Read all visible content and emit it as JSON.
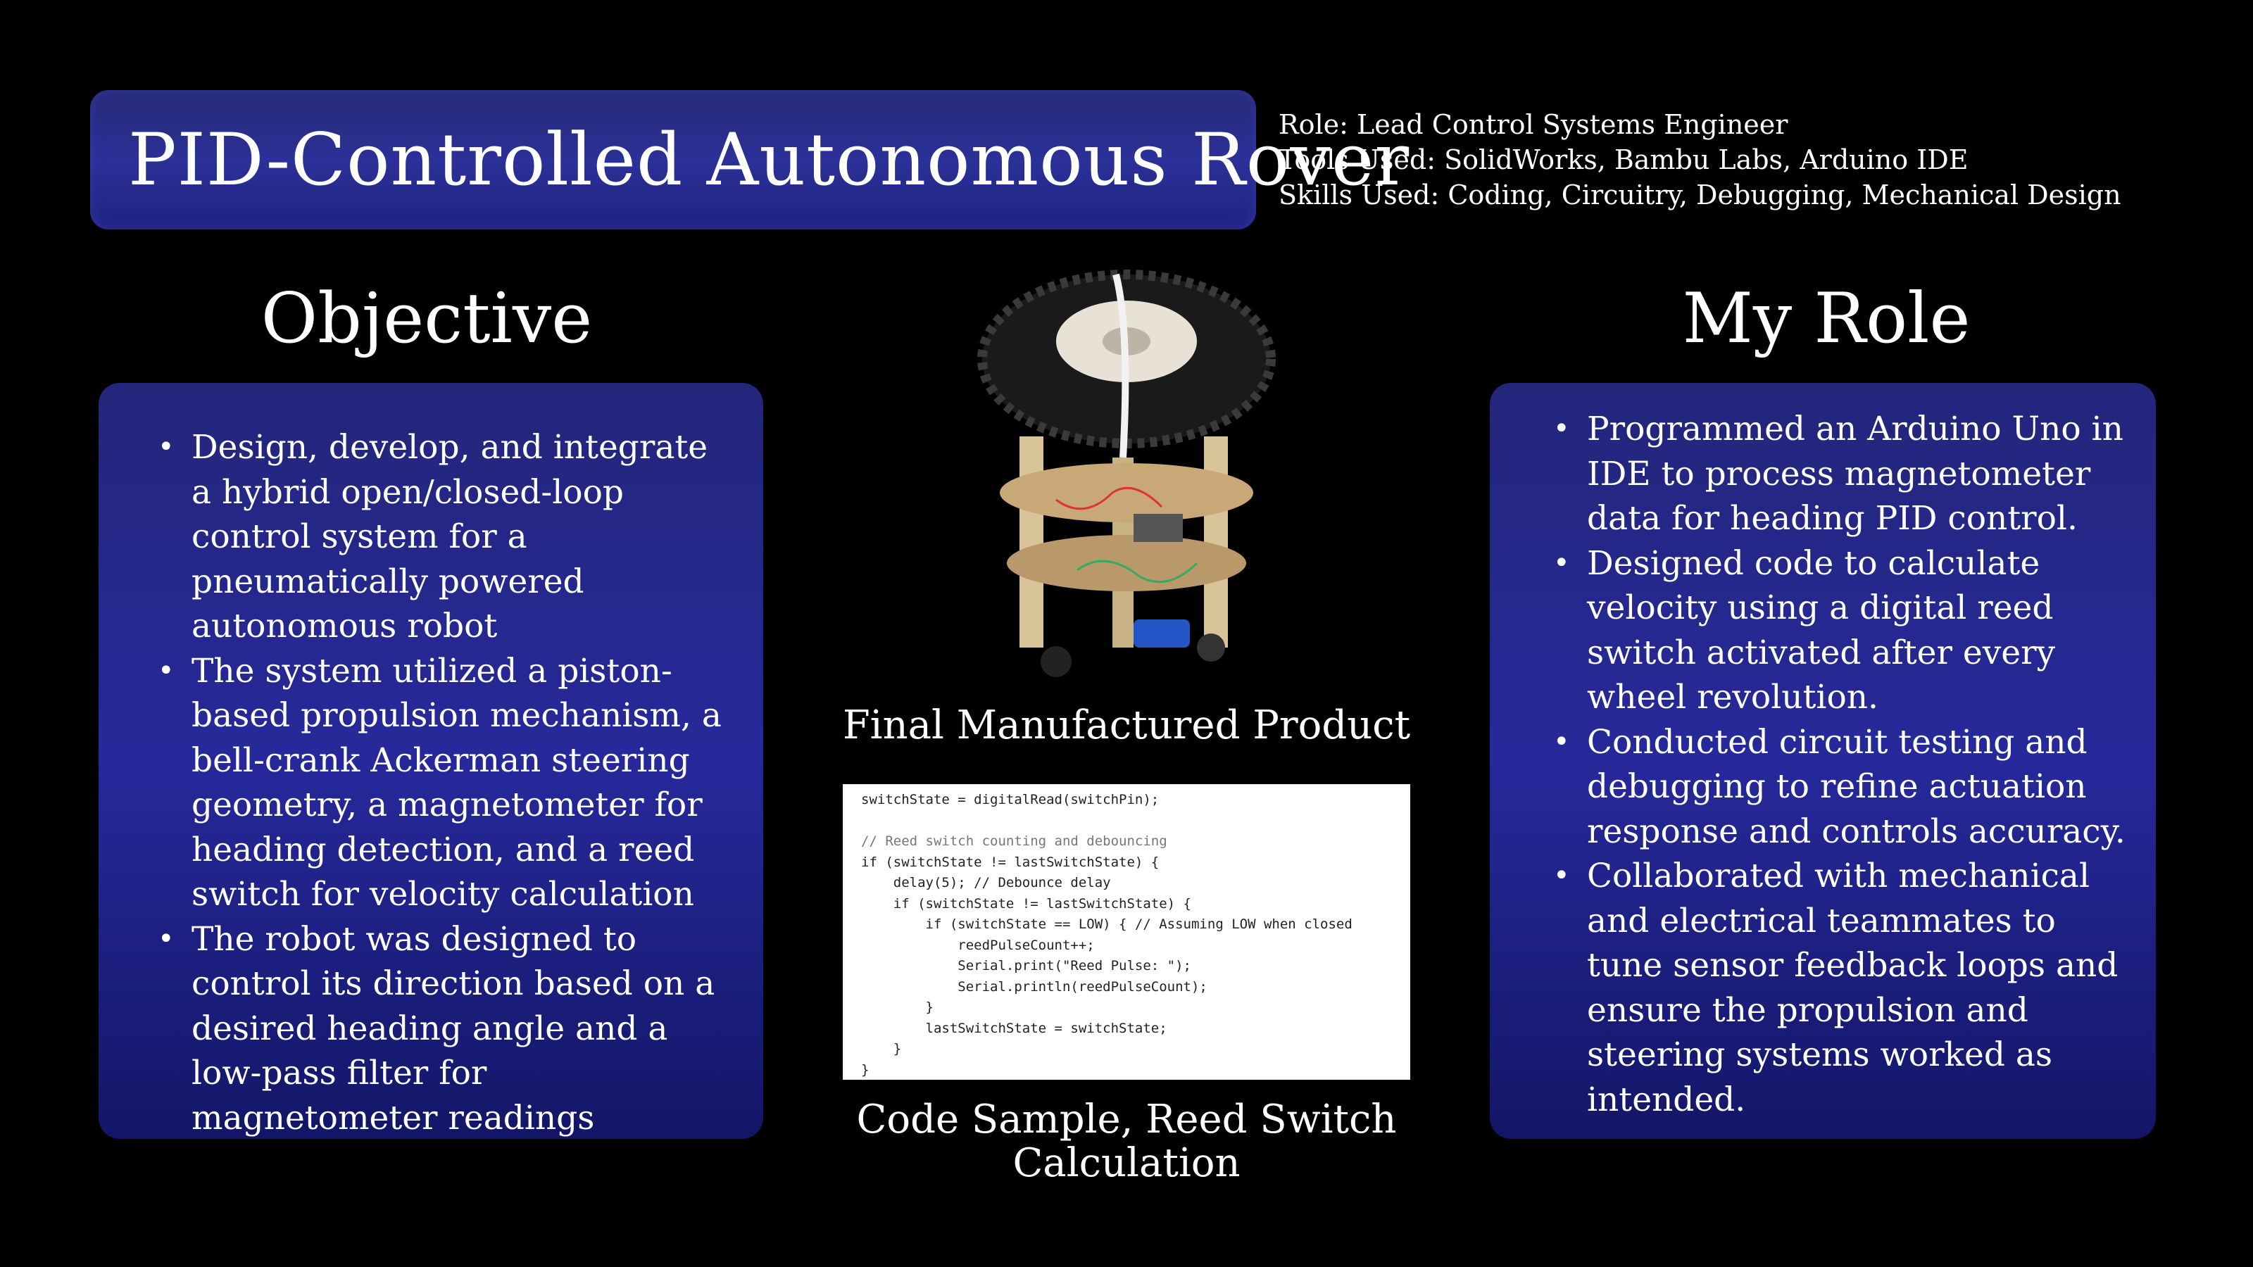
{
  "title": "PID-Controlled Autonomous Rover",
  "meta": {
    "role": "Role: Lead Control Systems Engineer",
    "tools": "Tools Used: SolidWorks, Bambu Labs, Arduino IDE",
    "skills": "Skills Used: Coding, Circuitry, Debugging, Mechanical Design"
  },
  "objective": {
    "heading": "Objective",
    "items": [
      "Design, develop, and integrate a hybrid open/closed-loop control system for a pneumatically powered autonomous robot",
      "The system utilized a piston-based propulsion mechanism, a bell-crank Ackerman steering geometry, a magnetometer for heading detection, and a reed switch for velocity calculation",
      "The robot was designed to control its direction based on a desired heading angle and a low-pass filter for magnetometer readings"
    ]
  },
  "my_role": {
    "heading": "My Role",
    "items": [
      "Programmed an Arduino Uno in IDE to process magnetometer data for heading PID control.",
      "Designed code to calculate velocity using a digital reed switch activated after every wheel revolution.",
      "Conducted circuit testing and debugging to refine actuation response and controls accuracy.",
      "Collaborated with mechanical and electrical teammates to tune sensor feedback loops and ensure the propulsion and steering systems worked as intended."
    ]
  },
  "product_caption": "Final Manufactured Product",
  "code_caption": "Code Sample, Reed Switch Calculation",
  "code_lines": [
    "switchState = digitalRead(switchPin);",
    "",
    "// Reed switch counting and debouncing",
    "if (switchState != lastSwitchState) {",
    "    delay(5); // Debounce delay",
    "    if (switchState != lastSwitchState) {",
    "        if (switchState == LOW) { // Assuming LOW when closed",
    "            reedPulseCount++;",
    "            Serial.print(\"Reed Pulse: \");",
    "            Serial.println(reedPulseCount);",
    "        }",
    "        lastSwitchState = switchState;",
    "    }",
    "}"
  ]
}
